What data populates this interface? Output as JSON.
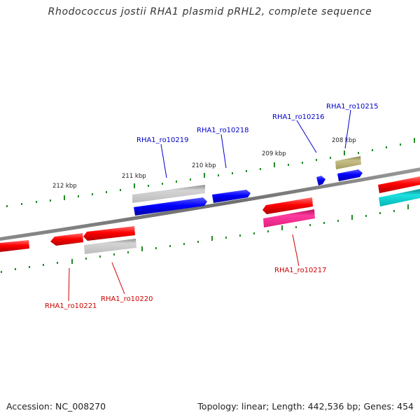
{
  "title": "Rhodococcus jostii RHA1 plasmid pRHL2, complete sequence",
  "footer": {
    "accession": "Accession: NC_008270",
    "topology": "Topology: linear; Length: 442,536 bp; Genes: 454"
  },
  "colors": {
    "backbone": "#808080",
    "tick": "#228b22",
    "blue_gene": "#0000ff",
    "red_gene": "#ff0000",
    "gray_gene": "#b4b4b4",
    "olive_gene": "#b4ac6c",
    "magenta_gene": "#ff3399",
    "cyan_gene": "#00c8c8",
    "label_top": "#0000cc",
    "label_bottom": "#cc0000"
  },
  "kbp_labels": {
    "k212": "212 kbp",
    "k211": "211 kbp",
    "k210": "210 kbp",
    "k209": "209 kbp",
    "k208": "208 kbp"
  },
  "gene_labels": {
    "ro10215": "RHA1_ro10215",
    "ro10216": "RHA1_ro10216",
    "ro10218": "RHA1_ro10218",
    "ro10219": "RHA1_ro10219",
    "ro10217": "RHA1_ro10217",
    "ro10220": "RHA1_ro10220",
    "ro10221": "RHA1_ro10221"
  }
}
